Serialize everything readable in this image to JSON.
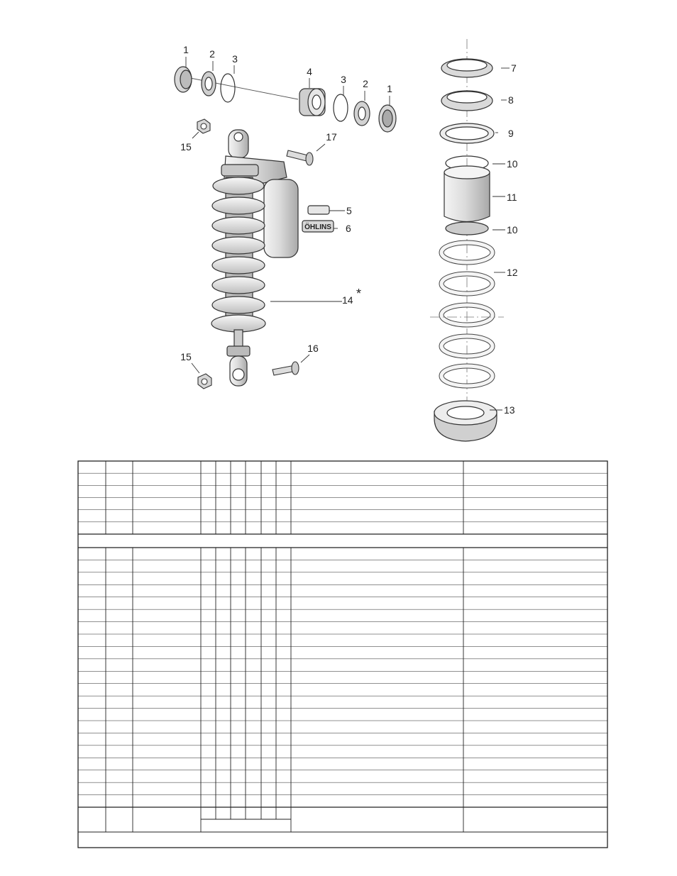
{
  "diagram": {
    "callouts": [
      {
        "id": "c1a",
        "text": "1"
      },
      {
        "id": "c2a",
        "text": "2"
      },
      {
        "id": "c3a",
        "text": "3"
      },
      {
        "id": "c4",
        "text": "4"
      },
      {
        "id": "c3b",
        "text": "3"
      },
      {
        "id": "c2b",
        "text": "2"
      },
      {
        "id": "c1b",
        "text": "1"
      },
      {
        "id": "c15a",
        "text": "15"
      },
      {
        "id": "c17",
        "text": "17"
      },
      {
        "id": "c5",
        "text": "5"
      },
      {
        "id": "c6",
        "text": "6"
      },
      {
        "id": "c14",
        "text": "14"
      },
      {
        "id": "c15b",
        "text": "15"
      },
      {
        "id": "c16",
        "text": "16"
      },
      {
        "id": "c7",
        "text": "7"
      },
      {
        "id": "c8",
        "text": "8"
      },
      {
        "id": "c9",
        "text": "9"
      },
      {
        "id": "c10a",
        "text": "10"
      },
      {
        "id": "c11",
        "text": "11"
      },
      {
        "id": "c10b",
        "text": "10"
      },
      {
        "id": "c12",
        "text": "12"
      },
      {
        "id": "c13",
        "text": "13"
      }
    ],
    "asterisk": "*",
    "brand_logo_text": "ÖHLINS"
  },
  "parts_table": {
    "upper_row_count": 6,
    "lower_row_count": 21,
    "cells_empty": true
  }
}
